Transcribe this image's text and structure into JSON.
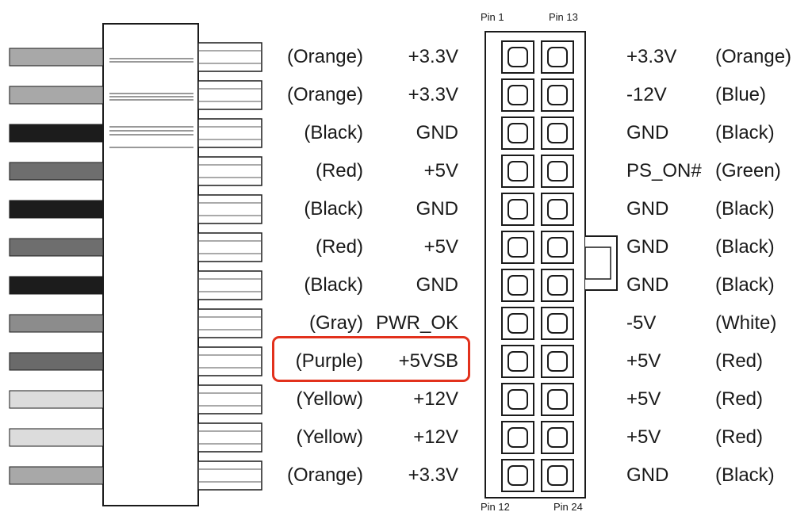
{
  "pin_labels": {
    "top_left": "Pin 1",
    "top_right": "Pin  13",
    "bottom_left": "Pin 12",
    "bottom_right": "Pin 24"
  },
  "left_pins": [
    {
      "color": "(Orange)",
      "voltage": "+3.3V"
    },
    {
      "color": "(Orange)",
      "voltage": "+3.3V"
    },
    {
      "color": "(Black)",
      "voltage": "GND"
    },
    {
      "color": "(Red)",
      "voltage": "+5V"
    },
    {
      "color": "(Black)",
      "voltage": "GND"
    },
    {
      "color": "(Red)",
      "voltage": "+5V"
    },
    {
      "color": "(Black)",
      "voltage": "GND"
    },
    {
      "color": "(Gray)",
      "voltage": "PWR_OK"
    },
    {
      "color": "(Purple)",
      "voltage": "+5VSB"
    },
    {
      "color": "(Yellow)",
      "voltage": "+12V"
    },
    {
      "color": "(Yellow)",
      "voltage": "+12V"
    },
    {
      "color": "(Orange)",
      "voltage": "+3.3V"
    }
  ],
  "right_pins": [
    {
      "voltage": "+3.3V",
      "color": "(Orange)"
    },
    {
      "voltage": "-12V",
      "color": "(Blue)"
    },
    {
      "voltage": "GND",
      "color": "(Black)"
    },
    {
      "voltage": "PS_ON#",
      "color": "(Green)"
    },
    {
      "voltage": "GND",
      "color": "(Black)"
    },
    {
      "voltage": "GND",
      "color": "(Black)"
    },
    {
      "voltage": "GND",
      "color": "(Black)"
    },
    {
      "voltage": "-5V",
      "color": "(White)"
    },
    {
      "voltage": "+5V",
      "color": "(Red)"
    },
    {
      "voltage": "+5V",
      "color": "(Red)"
    },
    {
      "voltage": "+5V",
      "color": "(Red)"
    },
    {
      "voltage": "GND",
      "color": "(Black)"
    }
  ],
  "wire_shades": [
    "#a8a8a8",
    "#a8a8a8",
    "#1c1c1c",
    "#6e6e6e",
    "#1c1c1c",
    "#6e6e6e",
    "#1c1c1c",
    "#8c8c8c",
    "#6a6a6a",
    "#dcdcdc",
    "#dcdcdc",
    "#a8a8a8"
  ],
  "highlight_color": "#e2311c",
  "highlighted_row": 8
}
